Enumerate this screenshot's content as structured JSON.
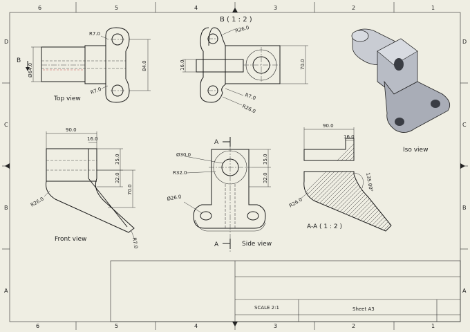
{
  "border": {
    "cols_top": [
      "6",
      "5",
      "4",
      "3",
      "2",
      "1"
    ],
    "cols_bottom": [
      "6",
      "5",
      "4",
      "3",
      "2",
      "1"
    ],
    "rows_left": [
      "D",
      "C",
      "B",
      "A"
    ],
    "rows_right": [
      "D",
      "C",
      "B",
      "A"
    ]
  },
  "views": {
    "top": {
      "label": "Top view",
      "marker": "B",
      "dims": [
        "R7.0",
        "R7.0",
        "Ø64.0",
        "84.0"
      ]
    },
    "detail_b": {
      "label": "B ( 1 : 2 )",
      "dims": [
        "R26.0",
        "16.0",
        "70.0",
        "R7.0",
        "R26.0"
      ]
    },
    "iso": {
      "label": "Iso view"
    },
    "front": {
      "label": "Front view",
      "dims": [
        "90.0",
        "16.0",
        "35.0",
        "32.0",
        "70.0",
        "R26.0",
        "R7.0"
      ]
    },
    "side": {
      "label": "Side view",
      "marker_top": "A",
      "marker_bottom": "A",
      "dims": [
        "Ø30.0",
        "35.0",
        "R32.0",
        "32.0",
        "Ø26.0"
      ]
    },
    "section": {
      "label": "A-A ( 1 : 2 )",
      "dims": [
        "90.0",
        "16.0",
        "135.00°",
        "R26.0"
      ]
    }
  },
  "title_block": {
    "scale": "SCALE 2:1",
    "sheet": "Sheet A3"
  }
}
